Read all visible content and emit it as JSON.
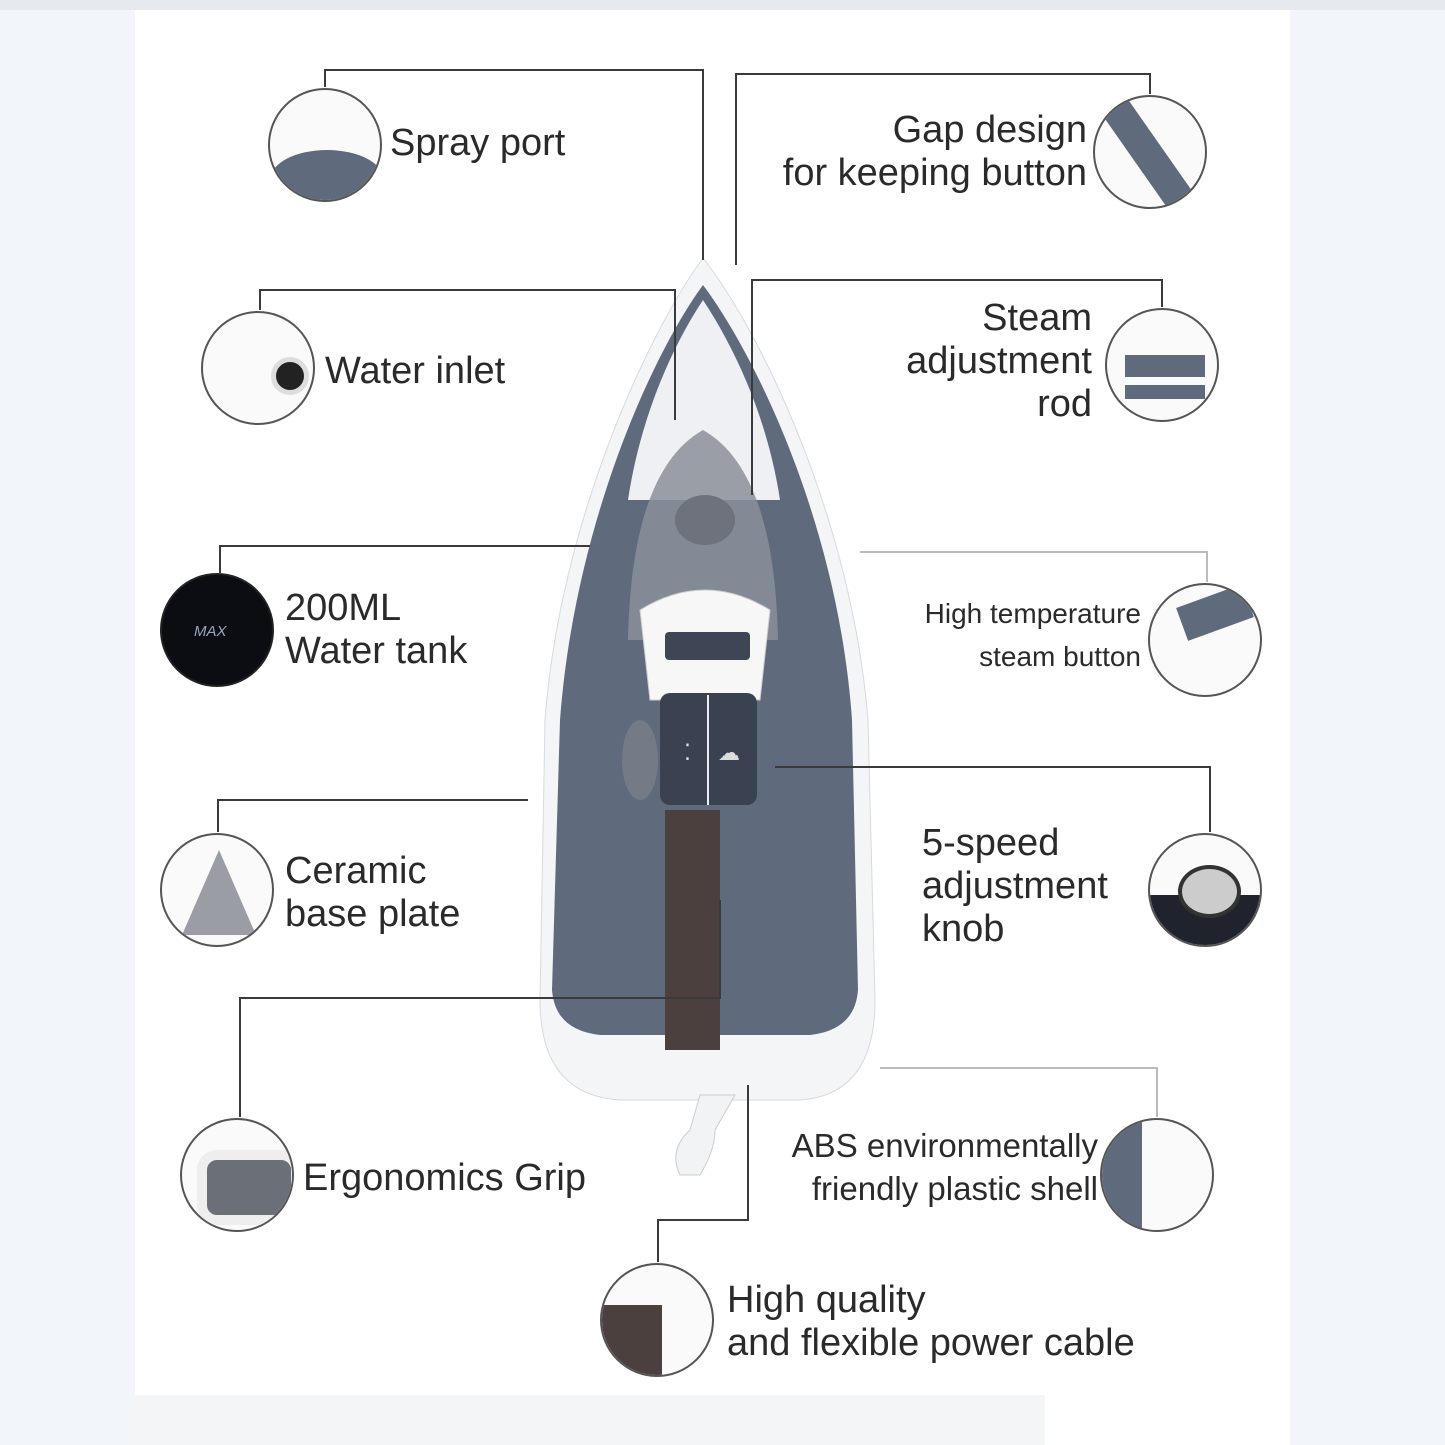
{
  "callouts": {
    "spray_port": {
      "lines": [
        "Spray port"
      ]
    },
    "gap_design": {
      "lines": [
        "Gap design",
        "for keeping button"
      ]
    },
    "water_inlet": {
      "lines": [
        "Water inlet"
      ]
    },
    "steam_rod": {
      "lines": [
        "Steam",
        "adjustment",
        "rod"
      ]
    },
    "water_tank": {
      "lines": [
        "200ML",
        "Water tank"
      ],
      "badge": "MAX"
    },
    "high_temp_button": {
      "lines": [
        "High temperature",
        "steam button"
      ]
    },
    "base_plate": {
      "lines": [
        "Ceramic",
        "base plate"
      ]
    },
    "speed_knob": {
      "lines": [
        "5-speed",
        "adjustment",
        "knob"
      ]
    },
    "grip": {
      "lines": [
        "Ergonomics Grip"
      ]
    },
    "shell": {
      "lines": [
        "ABS environmentally",
        "friendly plastic shell"
      ]
    },
    "cable": {
      "lines": [
        "High quality",
        "and flexible power cable"
      ]
    }
  },
  "colors": {
    "body": "#5f6b7d",
    "handle": "#4b403e",
    "shell": "#f4f5f6",
    "line": "#3a3a3a"
  }
}
